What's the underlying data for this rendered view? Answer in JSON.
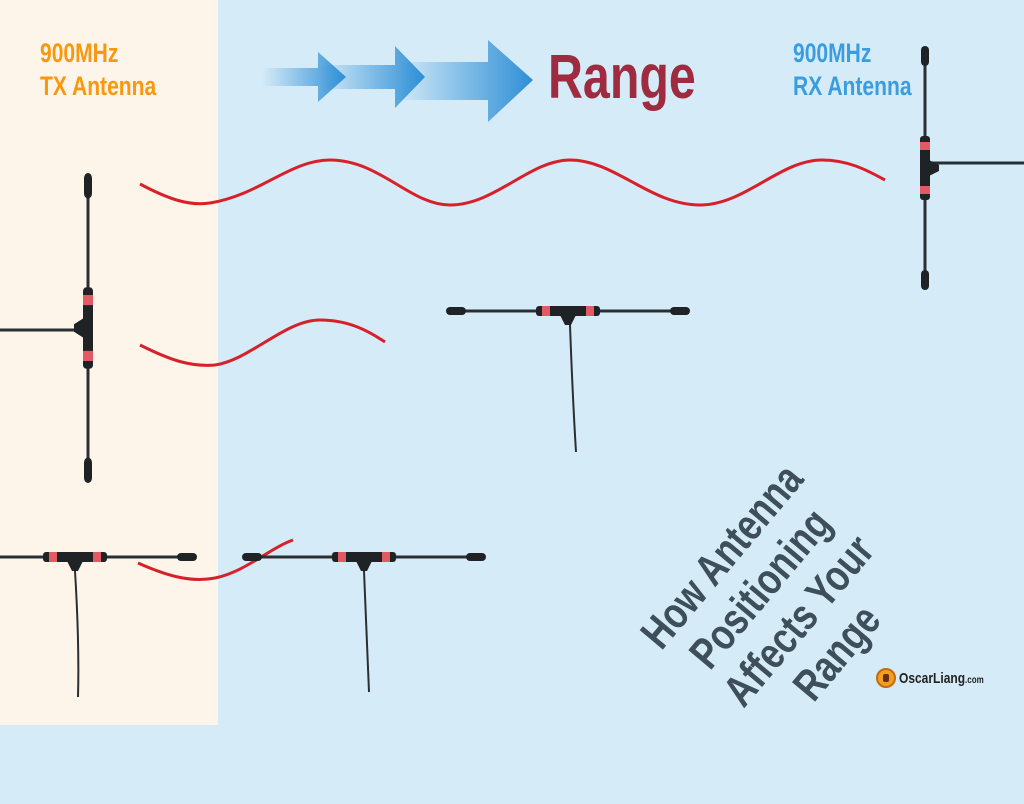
{
  "tx_label": {
    "line1": "900MHz",
    "line2": "TX Antenna"
  },
  "rx_label": {
    "line1": "900MHz",
    "line2": "RX Antenna"
  },
  "range_label": "Range",
  "headline": {
    "line1": "How Antenna Positioning",
    "line2": "Affects Your",
    "line3": "Range"
  },
  "logo": {
    "name": "OscarLiang",
    "suffix": ".com"
  },
  "colors": {
    "tx": "#f7980f",
    "rx": "#3a9de0",
    "range": "#9e2b3f",
    "wave": "#d8202a",
    "headline": "#3e4f5b",
    "arrow": "#2e8fd6"
  }
}
